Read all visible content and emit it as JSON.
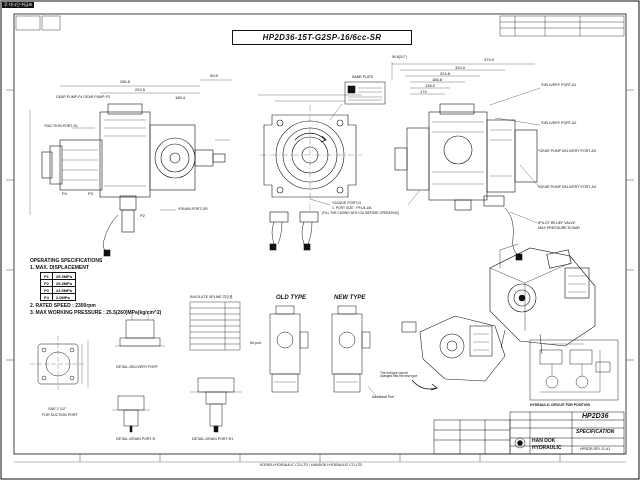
{
  "drawing": {
    "corner_tag": "루·대·3단·취급표",
    "title": "HP2D36-15T-G2SP-16/6cc-SR",
    "front_view": {
      "dims": [
        "280.5",
        "224.5",
        "185.4",
        "90.8"
      ],
      "labels": [
        "GEAR PUMP-P4 GEAR PUMP-P3",
        "*SUCTION PORT-S1",
        "*DRAIN PORT-DR",
        "P4",
        "P3",
        "P2"
      ]
    },
    "side_view": {
      "labels": [
        "NAME PLATE",
        "*GAUGE PORT-G",
        "1. PORT SIZE : PF1/4-15L",
        "(FILL THE CASING WITH OIL BEFORE OPERATING)"
      ]
    },
    "right_view": {
      "dims": [
        "50.8(3.0\")",
        "379.0",
        "324.0",
        "224.8",
        "186.8",
        "136.0",
        "174"
      ],
      "labels": [
        "*DELIVERY PORT-A1",
        "*DELIVERY PORT-A2",
        "*GEAR PUMP DELIVERY PORT-A3",
        "*GEAR PUMP DELIVERY PORT-A4",
        "*PILOT RELIEF VALVE",
        "MAX PRESSURE 30 BAR"
      ]
    },
    "operating_specs": {
      "heading": "OPERATING SPECIFICATIONS",
      "item1": "1. MAX. DISPLACEMENT",
      "table": [
        [
          "P1",
          "25.5MPa"
        ],
        [
          "P2",
          "25.5MPa"
        ],
        [
          "P3",
          "23.5MPa"
        ],
        [
          "P4",
          "2.0MPa"
        ]
      ],
      "item2": "2. RATED SPEED : 2300rpm",
      "item3": "3. MAX WORKING PRESSURE : 25.5(260)MPa(kg/cm^2)"
    },
    "spline_table_title": "INVOLUTE SPLINE 치수표",
    "details": {
      "delivery_port": "DETAIL-DELIVERY PORT",
      "drain_port_r": "DETAIL-DRAIN PORT-R",
      "drain_port_r1": "DETAIL-DRAIN PORT-R1",
      "sae_label": "SAE 2 1/2\"",
      "sae_sub": "FOR SUCTION PORT"
    },
    "old_new": {
      "old": "OLD TYPE",
      "new": "NEW TYPE",
      "no_port": "No port",
      "additional_port": "Additional Port",
      "note": "The old type can be changed into the new type"
    },
    "hydraulic_circuit": "HYDRAULIC CIRCUIT FOR POSITION",
    "title_block": {
      "model": "HP2D36",
      "doc": "SPECIFICATION",
      "company_1": "HAN DOK",
      "company_2": "HYDRAULIC",
      "code": "HPSDR-SPL-G-A1"
    },
    "footer": "KOREA HYDRAULIC CO.LTD / HANDOK HYDRAULIC CO.LTD"
  }
}
